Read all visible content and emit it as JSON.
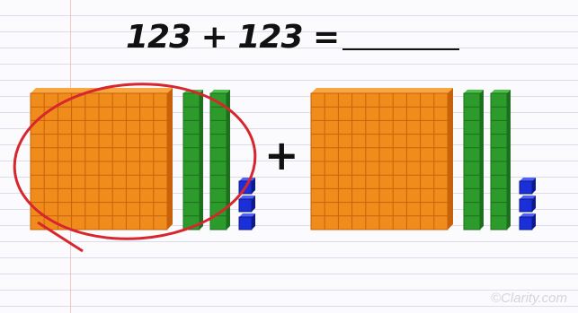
{
  "problem": {
    "equation": "123 + 123 ="
  },
  "operator": {
    "plus": "+"
  },
  "watermark": {
    "text": "©Clarity.com"
  },
  "addends": [
    {
      "hundreds": 1,
      "tens": 2,
      "ones": 3,
      "circled": true
    },
    {
      "hundreds": 1,
      "tens": 2,
      "ones": 3,
      "circled": false
    }
  ],
  "colors": {
    "hundreds": "#f08c1c",
    "hundreds_grid": "#c8620a",
    "tens": "#2c9b2c",
    "tens_grid": "#1c6f1c",
    "ones": "#1a2fd8",
    "ones_grid": "#0e1a8a",
    "circle": "#d8262e"
  }
}
